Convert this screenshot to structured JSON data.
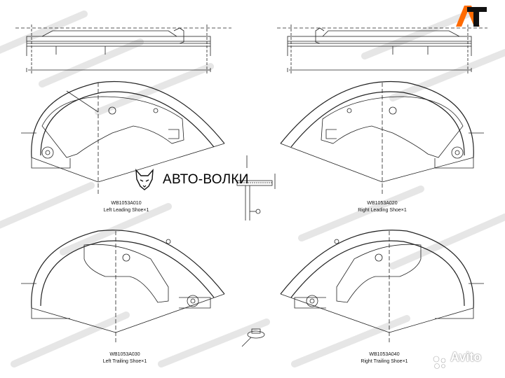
{
  "brand": {
    "text": "АВТО-ВОЛКИ",
    "icon": "wolf-icon"
  },
  "watermark": {
    "text": "Avito",
    "icon": "avito-dots-icon",
    "color": "#ffffff"
  },
  "logo": {
    "icon": "at-logo-icon",
    "colors": [
      "#ff6a00",
      "#111111"
    ]
  },
  "parts": [
    {
      "code": "WB1053A010",
      "description": "Left Leading Shoe×1"
    },
    {
      "code": "WB1053A020",
      "description": "Right Leading Shoe×1"
    },
    {
      "code": "WB1053A030",
      "description": "Left Trailing Shoe×1"
    },
    {
      "code": "WB1053A040",
      "description": "Right Trailing Shoe×1"
    }
  ],
  "colors": {
    "line": "#222222",
    "watermark_tint": "#e9e9e9",
    "accent": "#ff6a00"
  }
}
